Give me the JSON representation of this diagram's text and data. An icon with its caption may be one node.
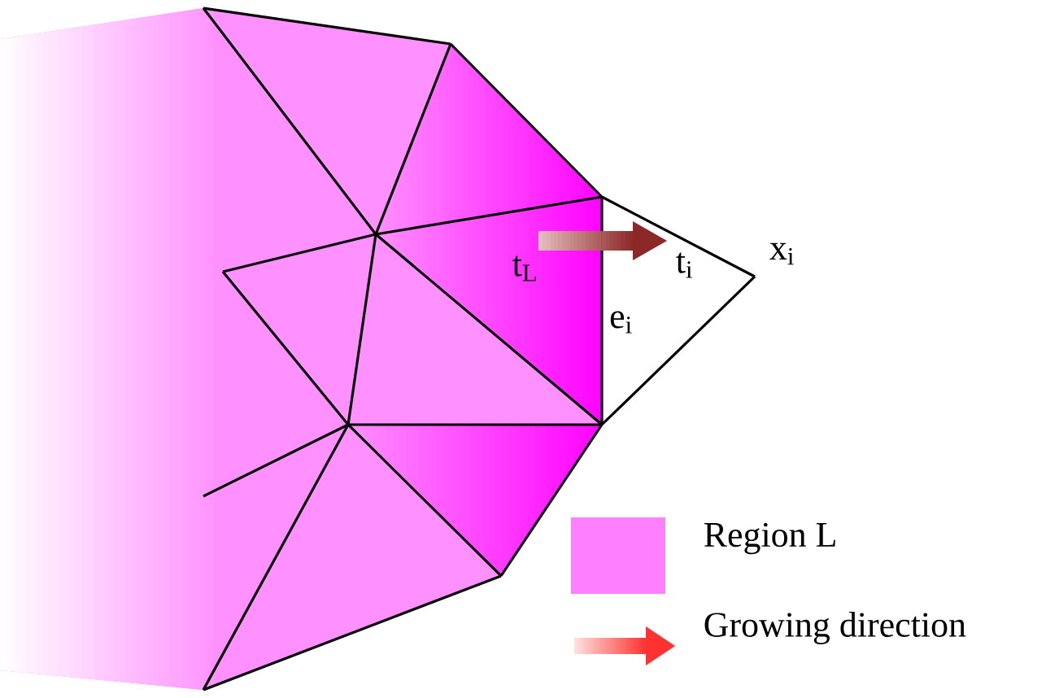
{
  "diagram": {
    "labels": [
      "t$_{L}$",
      "t$_{i}$",
      "x$_{i}$",
      "e$_{i}$"
    ],
    "legend": [
      {
        "text": "Region L",
        "color": "#ff80ff"
      },
      {
        "text": "Growing direction"
      }
    ]
  }
}
